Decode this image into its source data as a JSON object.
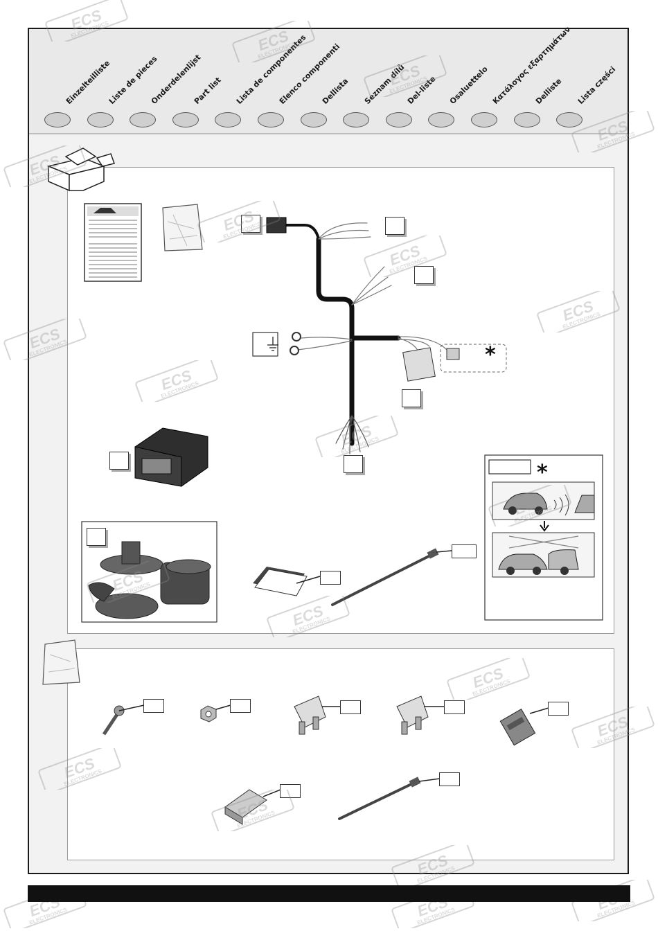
{
  "header": {
    "languages": [
      "Einzelteilliste",
      "Liste de pieces",
      "Onderdelenlijst",
      "Part list",
      "Lista de componentes",
      "Elenco componenti",
      "Dellista",
      "Seznam dílů",
      "Del-liste",
      "Osaluettelo",
      "Κατάλογος εξαρτημάτων",
      "Delliste",
      "Lista części"
    ]
  },
  "watermark": {
    "logo": "ECS",
    "subtitle": "ELECTRONICS"
  },
  "icons": [
    "box-icon",
    "bag-icon",
    "asterisk-icon",
    "ground-symbol-icon",
    "down-arrow-icon"
  ],
  "colors": {
    "frame": "#1a1a1a",
    "band": "#e9e9e9",
    "panel_border": "#9a9a9a",
    "bar": "#111111"
  }
}
